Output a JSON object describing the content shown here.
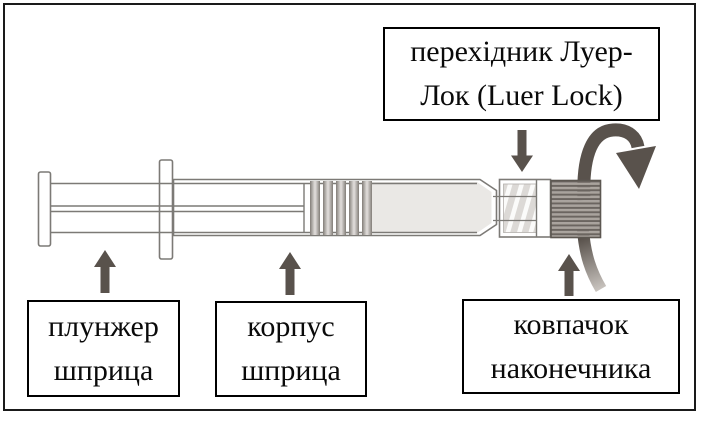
{
  "diagram": {
    "subject": "Prefilled syringe with Luer Lock adapter - labeled parts",
    "language": "Ukrainian",
    "callouts": {
      "luer_adapter": {
        "line1": "перехідник Луер-",
        "line2": "Лок (Luer Lock)",
        "full": "перехідник Луер-Лок (Luer Lock)"
      },
      "plunger": {
        "line1": "плунжер",
        "line2": "шприца",
        "full": "плунжер шприца"
      },
      "barrel": {
        "line1": "корпус",
        "line2": "шприца",
        "full": "корпус шприца"
      },
      "tip_cap": {
        "line1": "ковпачок",
        "line2": "наконечника",
        "full": "ковпачок наконечника"
      }
    },
    "icons": {
      "up_arrow": "solid up-pointing arrow from label box to part",
      "down_arrow": "solid down-pointing arrow from Luer Lock label to adapter",
      "rotate_arrow": "curved arrow wrapping over tip cap indicating unscrewing"
    },
    "colors": {
      "frame_border": "#1a1a1a",
      "label_border": "#000000",
      "outline": "#7c7a76",
      "arrow": "#59524c",
      "liquid_fill": "#eae8e5",
      "cap_dark": "#6b6560",
      "cap_light": "#a9a39d",
      "hatch_base": "#dcd9d6",
      "background": "#ffffff"
    }
  }
}
